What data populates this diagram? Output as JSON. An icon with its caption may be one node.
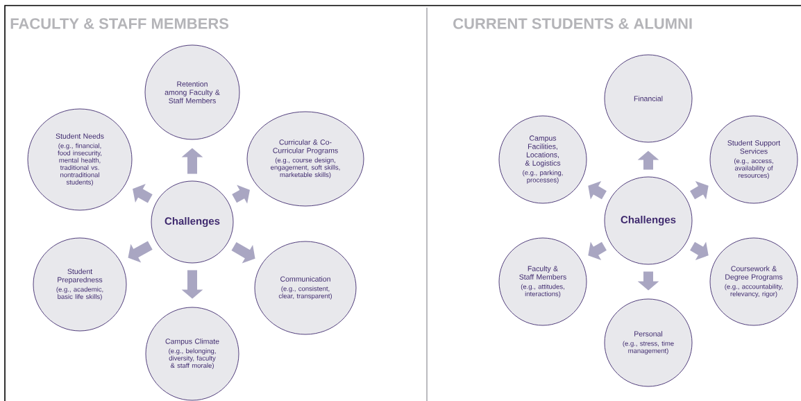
{
  "diagram": {
    "nodes": [
      {
        "text": [
          "Retention among Faculty & Staff Members"
        ]
      },
      {
        "text": [
          "Student Needs",
          "(e.g., financial, food insecurity, mental health, traditional vs. nontraditional students)"
        ]
      },
      {
        "text": [
          "Curricular & Co-Curricular Programs",
          "(e.g., course design, engagement, soft skills, marketable skills)"
        ]
      },
      {
        "text": [
          "Challenges"
        ]
      },
      {
        "text": [
          "Student Preparedness",
          "(e.g., academic, basic life skills)"
        ]
      },
      {
        "text": [
          "Communication",
          "(e.g., consistent, clear, transparent)"
        ]
      },
      {
        "text": [
          "Campus Climate",
          "(e.g., belonging, diversity, faculty & staff morale)"
        ]
      },
      {
        "text": [
          "Financial"
        ]
      },
      {
        "text": [
          "Campus Facilities, Locations, & Logistics",
          "(e.g., parking, processes)"
        ]
      },
      {
        "text": [
          "Student Support Services",
          "(e.g., access, availability of resources)"
        ]
      },
      {
        "text": [
          "Challenges"
        ]
      },
      {
        "text": [
          "Faculty & Staff Members",
          "(e.g., attitudes, interactions)"
        ]
      },
      {
        "text": [
          "Coursework & Degree Programs",
          "(e.g., accountability, relevancy, rigor)"
        ]
      },
      {
        "text": [
          "Personal",
          "(e.g., stress, time management)"
        ]
      }
    ],
    "edges": [
      {
        "from": 3,
        "to": 0,
        "arrow": "to"
      },
      {
        "from": 3,
        "to": 1,
        "arrow": "to"
      },
      {
        "from": 3,
        "to": 2,
        "arrow": "to"
      },
      {
        "from": 3,
        "to": 4,
        "arrow": "to"
      },
      {
        "from": 3,
        "to": 5,
        "arrow": "to"
      },
      {
        "from": 3,
        "to": 6,
        "arrow": "to"
      },
      {
        "from": 10,
        "to": 7,
        "arrow": "to"
      },
      {
        "from": 10,
        "to": 8,
        "arrow": "to"
      },
      {
        "from": 10,
        "to": 9,
        "arrow": "to"
      },
      {
        "from": 10,
        "to": 11,
        "arrow": "to"
      },
      {
        "from": 10,
        "to": 12,
        "arrow": "to"
      },
      {
        "from": 10,
        "to": 13,
        "arrow": "to"
      }
    ],
    "labels": [
      "FACULTY & STAFF MEMBERS",
      "CURRENT STUDENTS & ALUMNI"
    ]
  }
}
